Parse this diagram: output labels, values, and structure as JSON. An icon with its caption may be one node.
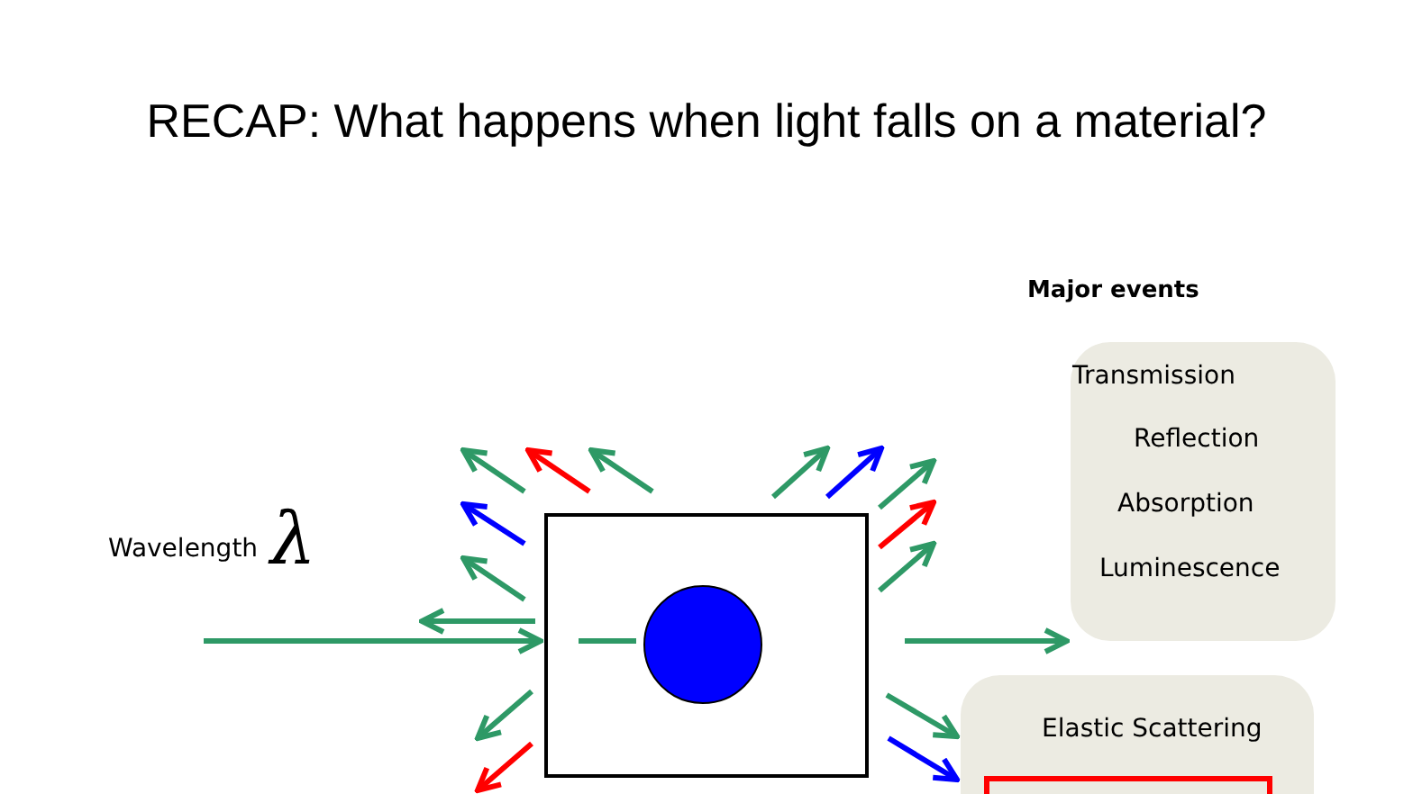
{
  "diagram": {
    "title": "RECAP: What happens when light falls on a material?",
    "nodes": [
      {
        "text": [],
        "shape": "box"
      },
      {
        "text": [],
        "shape": "circle",
        "in": 0
      },
      {
        "text": [
          "Transmission",
          "Reflection",
          "Absorption",
          "Luminescence"
        ]
      },
      {
        "text": [
          "Elastic Scattering"
        ]
      },
      {
        "text": [],
        "shape": "box",
        "in": 3
      }
    ],
    "edges": [
      {
        "from": null,
        "to": 0,
        "arrow": "to"
      },
      {
        "from": null,
        "to": 1,
        "arrow": "none"
      },
      {
        "from": 0,
        "to": 2,
        "arrow": "to"
      },
      {
        "from": 0,
        "to": 3,
        "arrow": "to"
      },
      {
        "from": 0,
        "to": 3,
        "arrow": "to",
        "color": "#0000ff"
      }
    ],
    "labels": [
      "Major events",
      "Wavelength",
      "λ"
    ]
  }
}
